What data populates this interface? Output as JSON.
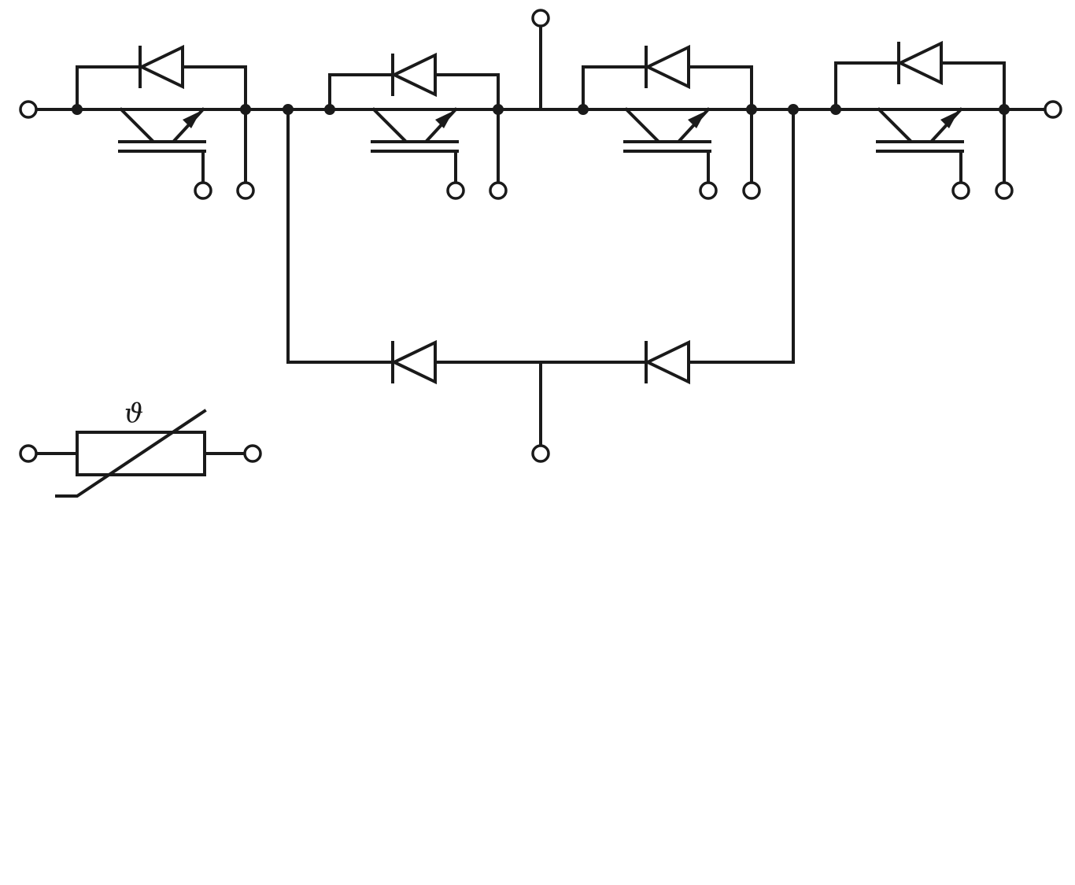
{
  "diagram": {
    "type": "circuit-schematic",
    "description_of_symbols": [
      "igbt",
      "freewheeling-diode",
      "clamp-diode",
      "ntc-thermistor",
      "terminal",
      "junction"
    ],
    "igbt_stages": [
      {
        "id": "t1"
      },
      {
        "id": "t2"
      },
      {
        "id": "t3"
      },
      {
        "id": "t4"
      }
    ],
    "clamp_diodes": [
      {
        "id": "d5"
      },
      {
        "id": "d6"
      }
    ],
    "thermistor": {
      "symbol_label": "ϑ"
    },
    "colors": {
      "line": "#1a1a1a",
      "background": "#ffffff"
    }
  }
}
